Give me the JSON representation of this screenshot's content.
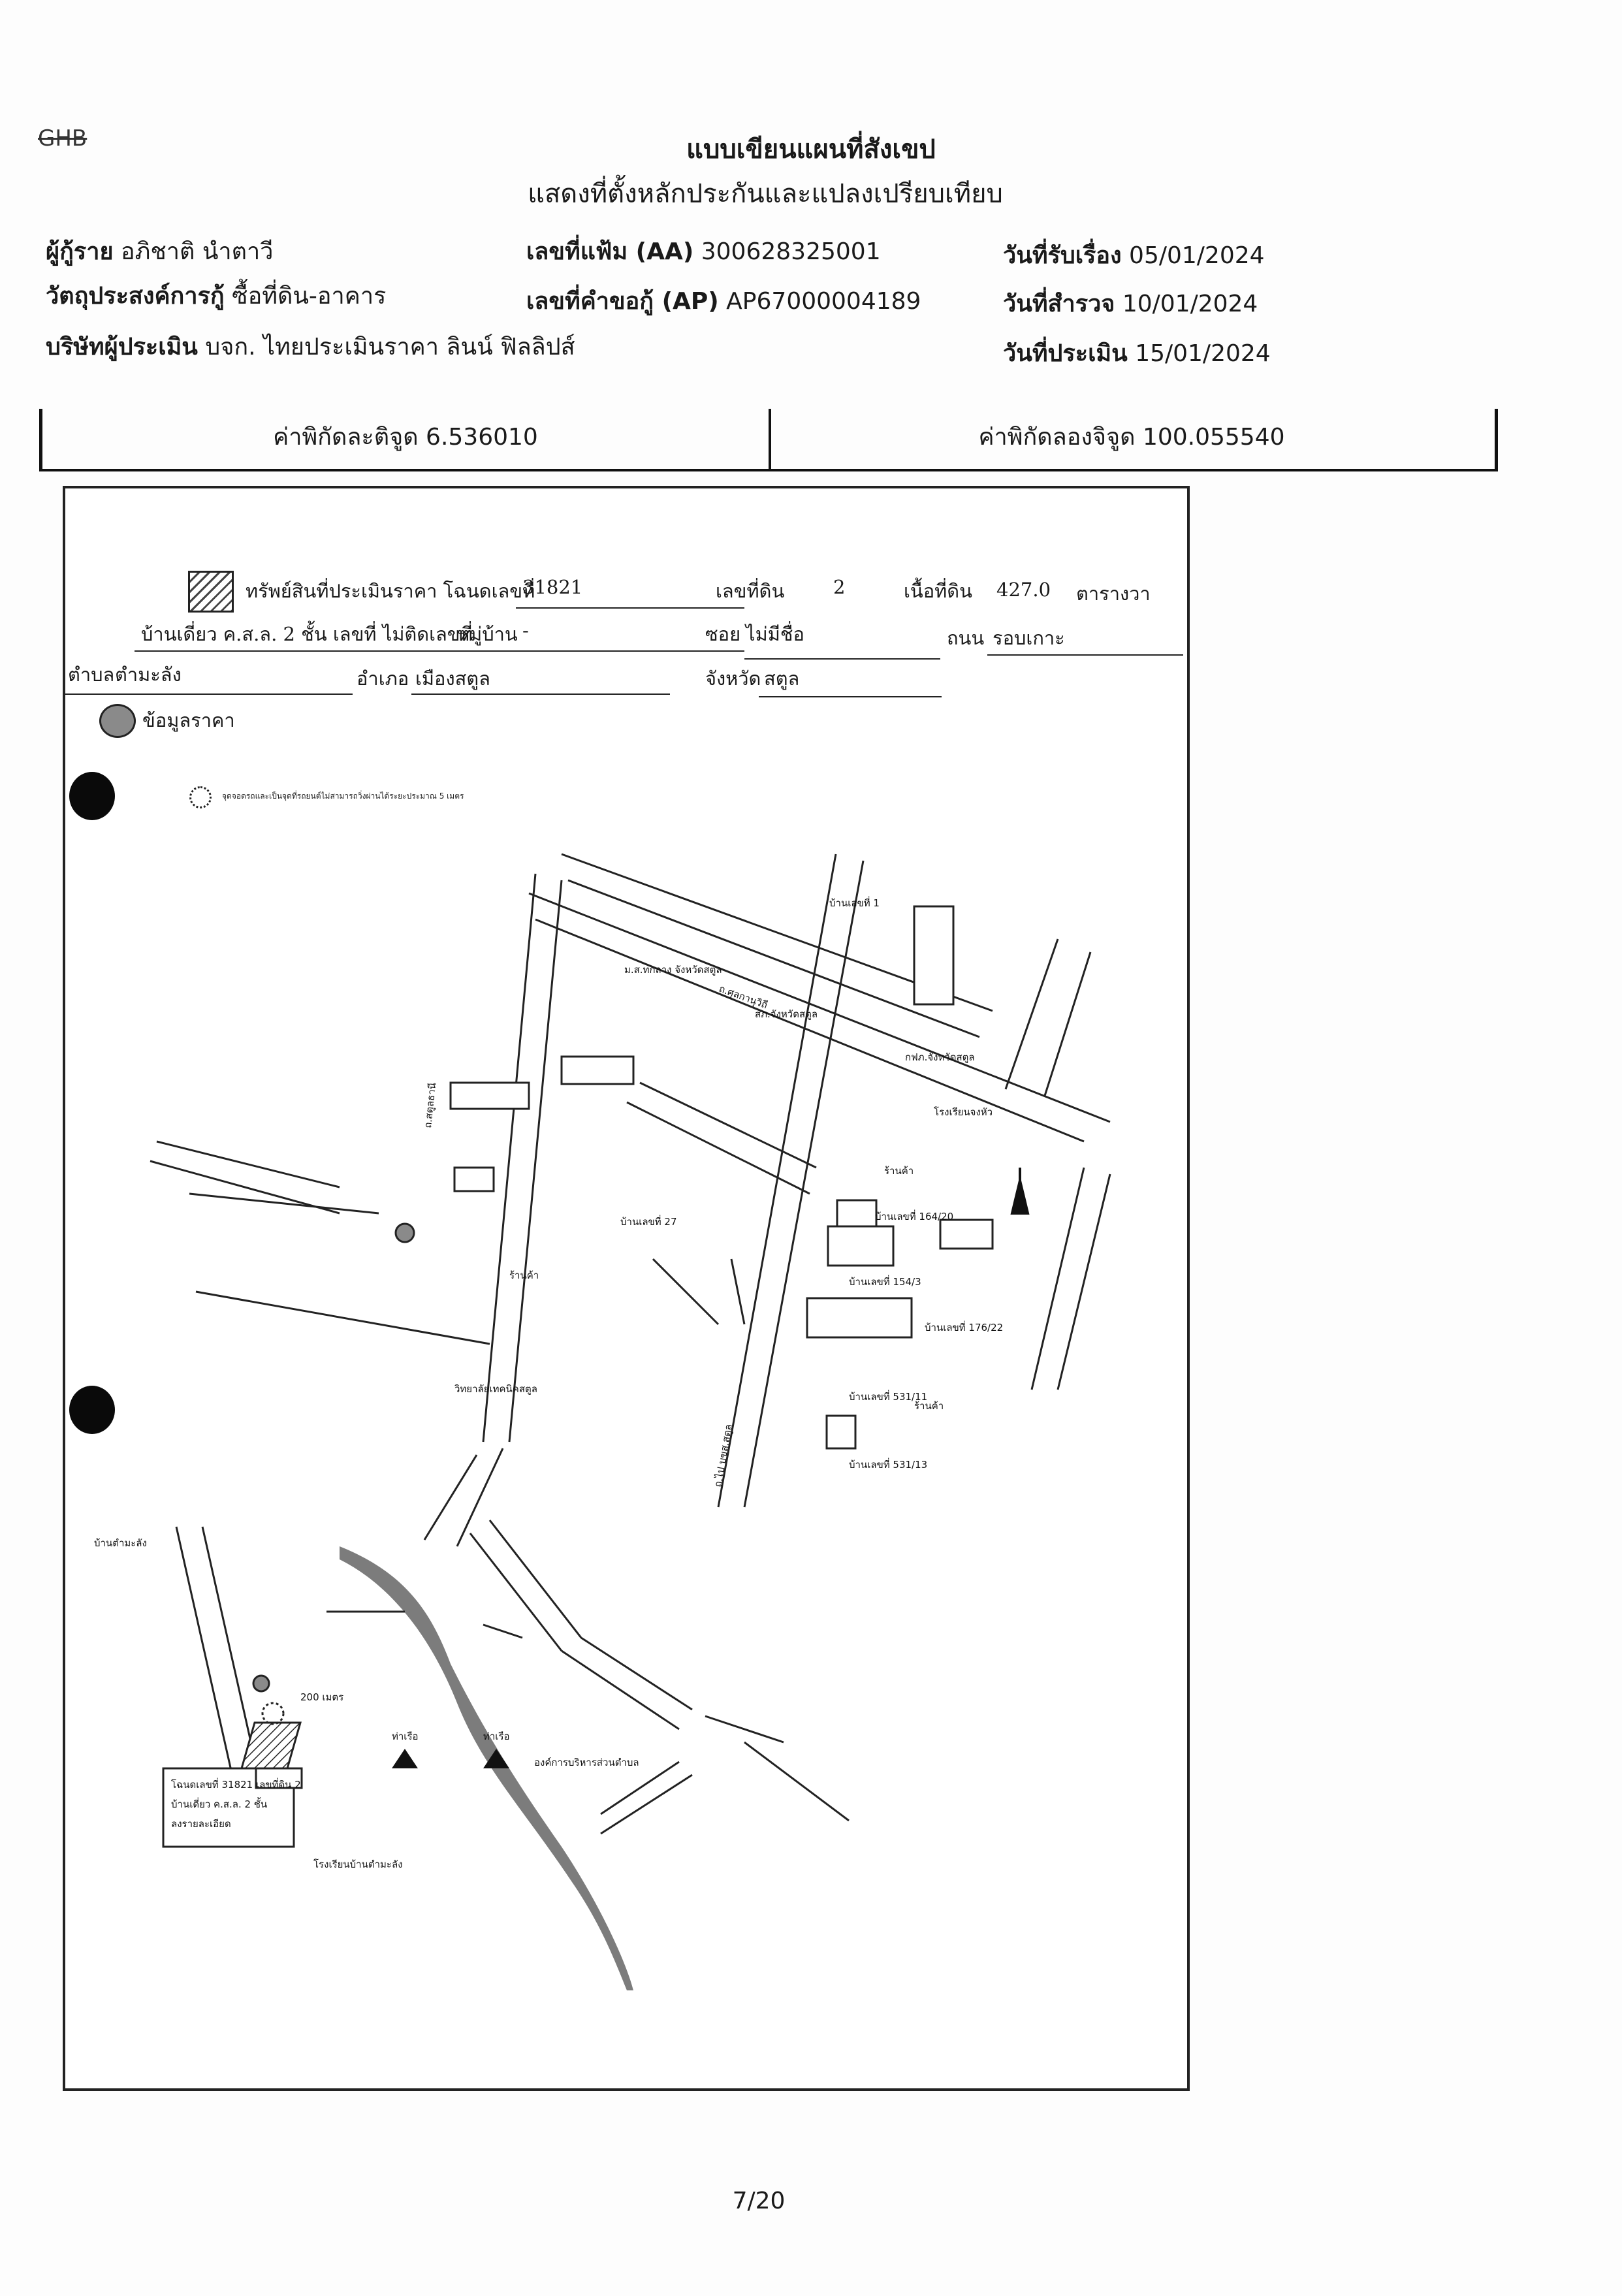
{
  "header": {
    "logo_text": "GHB",
    "title": "แบบเขียนแผนที่สังเขป",
    "subtitle": "แสดงที่ตั้งหลักประกันและแปลงเปรียบเทียบ"
  },
  "info": {
    "borrower_label": "ผู้กู้ราย",
    "borrower_value": "อภิชาติ นำตาวี",
    "purpose_label": "วัตถุประสงค์การกู้",
    "purpose_value": "ซื้อที่ดิน-อาคาร",
    "company_label": "บริษัทผู้ประเมิน",
    "company_value": "บจก. ไทยประเมินราคา ลินน์ ฟิลลิปส์",
    "file_no_label": "เลขที่แฟ้ม (AA)",
    "file_no_value": "300628325001",
    "request_no_label": "เลขที่คำขอกู้ (AP)",
    "request_no_value": "AP67000004189",
    "received_label": "วันที่รับเรื่อง",
    "received_value": "05/01/2024",
    "survey_label": "วันที่สำรวจ",
    "survey_value": "10/01/2024",
    "appraise_label": "วันที่ประเมิน",
    "appraise_value": "15/01/2024"
  },
  "coords": {
    "lat": "ค่าพิกัดละติจูด 6.536010",
    "lon": "ค่าพิกัดลองจิจูด 100.055540"
  },
  "map_form": {
    "asset_label": "ทรัพย์สินที่ประเมินราคา โฉนดเลขที่",
    "deed_no": "31821",
    "land_no_label": "เลขที่ดิน",
    "land_no": "2",
    "area_label": "เนื้อที่ดิน",
    "area": "427.0",
    "area_unit": "ตารางวา",
    "building": "บ้านเดี่ยว ค.ส.ล. 2 ชั้น เลขที่ ไม่ติดเลขที่",
    "village_label": "หมู่บ้าน",
    "village": "-",
    "soi_label": "ซอย",
    "soi": "ไม่มีชื่อ",
    "road_label": "ถนน",
    "road": "รอบเกาะ",
    "tambon_label": "ตำบล",
    "tambon": "ตำมะลัง",
    "amphoe_label": "อำเภอ",
    "amphoe": "เมืองสตูล",
    "province_label": "จังหวัด",
    "province": "สตูล",
    "price_data_label": "ข้อมูลราคา",
    "note": "จุดจอดรถและเป็นจุดที่รถยนต์ไม่สามารถวิ่งผ่านได้ระยะประมาณ 5 เมตร"
  },
  "map_labels": {
    "l1": "ม.ส.ทกลาง จังหวัดสตูล",
    "l2": "สภ.จังหวัดสตูล",
    "l3": "กฟภ.จังหวัดสตูล",
    "l4": "โรงเรียนจงหัว",
    "l5": "ร้านค้า",
    "l6": "บ้านเลขที่ 1",
    "l7": "บ้านเลขที่ 164/20",
    "l8": "บ้านเลขที่ 154/3",
    "l9": "บ้านเลขที่ 176/22",
    "l10": "บ้านเลขที่ 531/11",
    "l11": "บ้านเลขที่ 531/13",
    "l12": "ร้านค้า",
    "l13": "วิทยาลัยเทคนิคสตูล",
    "l14": "บ้านเลขที่ 27",
    "l15": "ท่าเรือ",
    "l16": "ท่าเรือ",
    "l17": "องค์การบริหารส่วนตำบล",
    "l18": "โรงเรียนบ้านตำมะลัง",
    "l19": "โฉนดเลขที่ 31821 เลขที่ดิน 2",
    "l20": "บ้านเดี่ยว ค.ส.ล. 2 ชั้น",
    "l21": "ลงรายละเอียด",
    "l22": "200 เมตร",
    "l23": "ถ.สตูลธานี",
    "l24": "ถ.ไป บขส.สตูล",
    "l25": "ถ.ศุลกานุวิถี",
    "l26": "ร้านค้า",
    "l27": "บ้านตำมะลัง"
  },
  "page_number": "7/20",
  "colors": {
    "river": "#7c7c7c",
    "road_line": "#222222",
    "price_circle": "#8a8a8a"
  }
}
